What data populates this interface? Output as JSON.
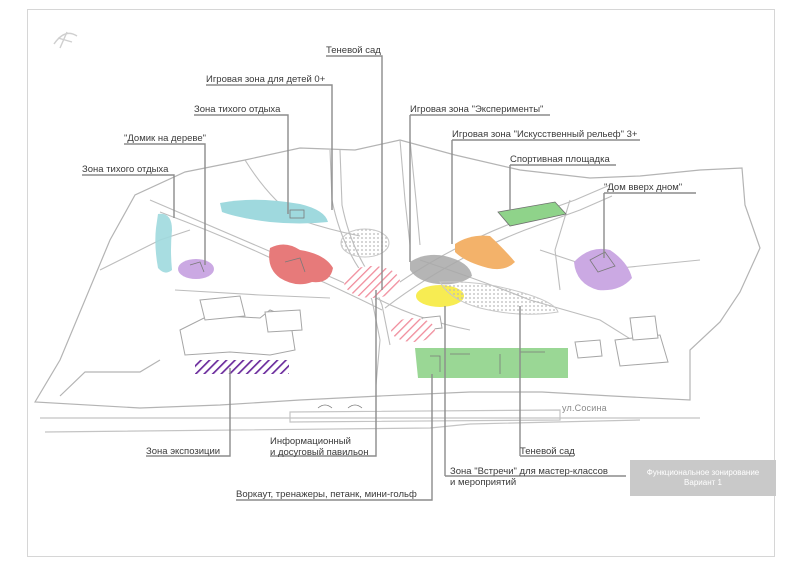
{
  "labels": {
    "shade_garden_top": "Теневой сад",
    "kids_zone": "Игровая зона для детей 0+",
    "quiet_zone_1": "Зона тихого отдыха",
    "experiments_zone": "Игровая зона \"Эксперименты\"",
    "treehouse": "\"Домик на дереве\"",
    "relief_zone": "Игровая зона \"Искусственный рельеф\" 3+",
    "sports_ground": "Спортивная площадка",
    "quiet_zone_2": "Зона тихого отдыха",
    "upside_down_house": "\"Дом вверх дном\"",
    "street": "ул.Сосина",
    "exposition_zone": "Зона экспозиции",
    "info_pavilion_1": "Информационный",
    "info_pavilion_2": "и досуговый павильон",
    "shade_garden_bottom": "Теневой сад",
    "meeting_zone_1": "Зона \"Встречи\" для мастер-классов",
    "meeting_zone_2": "и мероприятий",
    "workout_zone": "Воркаут, тренажеры, петанк, мини-гольф"
  },
  "caption": {
    "line1": "Функциональное зонирование",
    "line2": "Вариант 1"
  },
  "colors": {
    "line": "#8c8c8c",
    "outline": "#b4b4b4",
    "cyan": "#9fd9de",
    "violet": "#cba9e3",
    "red": "#e77a7a",
    "pink_hatch": "#f08b9b",
    "grey_blob": "#a8a8a8",
    "orange": "#f3b26a",
    "green": "#8fd38a",
    "yellow": "#f7ec52",
    "purple_hatch": "#6a2a9c",
    "caption_bg": "#c9c9c9"
  },
  "icons": {
    "compass": "north-arrow-icon"
  }
}
